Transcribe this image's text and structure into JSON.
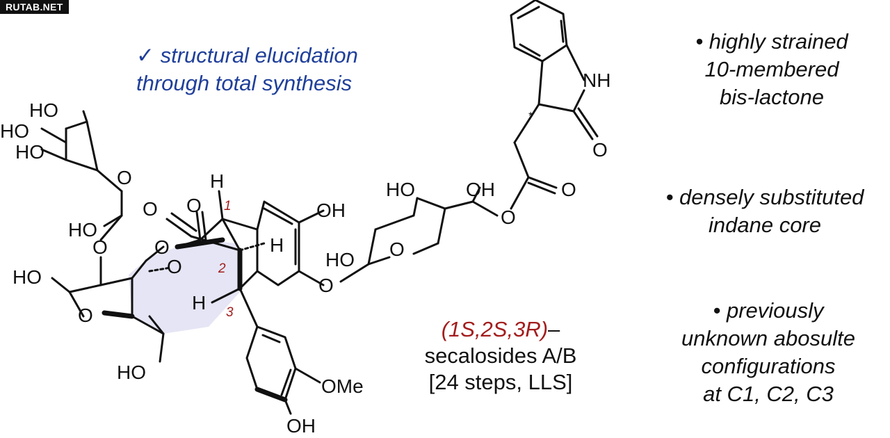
{
  "watermark": "RUTAB.NET",
  "headline": {
    "line1": "✓ structural elucidation",
    "line2": "through total synthesis"
  },
  "target": {
    "configuration": "(1S,2S,3R)",
    "dash": "–",
    "name": "secalosides A/B",
    "steps": "[24 steps, LLS]"
  },
  "bullets": [
    {
      "line1": "• highly strained",
      "line2": "10-membered",
      "line3": "bis-lactone"
    },
    {
      "line1": "• densely substituted",
      "line2": "indane core"
    },
    {
      "line1": "• previously",
      "line2": "unknown abosulte",
      "line3": "configurations",
      "line4": "at C1, C2, C3"
    }
  ],
  "molecule": {
    "labels": {
      "ho_1": "HO",
      "ho_2": "HO",
      "ho_3": "HO",
      "ho_4": "HO",
      "ho_5": "HO",
      "ho_6": "HO",
      "ho_7": "HO",
      "oh_7": "OH",
      "ho_8": "HO",
      "oh_phenol": "OH",
      "oh_aryl": "OH",
      "ome": "OMe",
      "nh": "NH",
      "o_sugar1": "O",
      "o_link": "O",
      "o_sugar2": "O",
      "o_lactone": "O",
      "o_carbonyl1": "O",
      "o_carbonyl2": "O",
      "o_ring": "O",
      "o_aryl_ether": "O",
      "o_sugar3": "O",
      "o_ester": "O",
      "o_ester_co": "O",
      "o_oxindole": "O",
      "h1": "H",
      "h2": "H",
      "h3": "H",
      "stereo_mark": "*"
    },
    "locants": {
      "c1": "1",
      "c2": "2",
      "c3": "3"
    },
    "colors": {
      "bond": "#111111",
      "ring_fill": "#dcdcf2",
      "locant": "#a31d1d",
      "headline": "#1f3f9a"
    }
  }
}
